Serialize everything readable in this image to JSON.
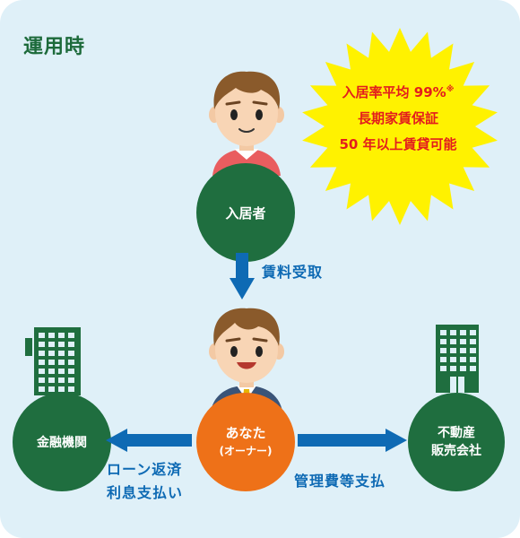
{
  "title": "運用時",
  "burst": {
    "line1": "入居率平均 99%",
    "note": "※",
    "line2": "長期家賃保証",
    "line3": "50 年以上賃貸可能"
  },
  "nodes": {
    "tenant": "入居者",
    "owner_line1": "あなた",
    "owner_line2": "(オーナー)",
    "bank": "金融機関",
    "company_line1": "不動産",
    "company_line2": "販売会社"
  },
  "flows": {
    "rent": "賃料受取",
    "loan_line1": "ローン返済",
    "loan_line2": "利息支払い",
    "management": "管理費等支払"
  },
  "colors": {
    "background": "#dff0f8",
    "green": "#1f6e3f",
    "orange": "#ee7118",
    "arrow": "#0e6ab4",
    "burst": "#fff200",
    "burst_text": "#e31d1d"
  },
  "icons": [
    "tenant-person-icon",
    "owner-person-icon",
    "bank-building-icon",
    "company-building-icon"
  ]
}
